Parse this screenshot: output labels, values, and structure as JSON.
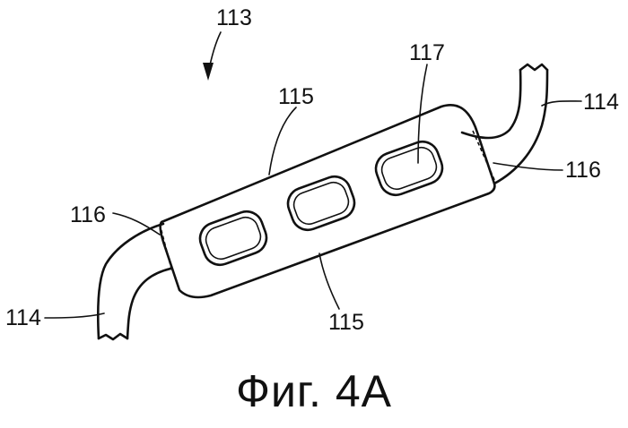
{
  "labels": {
    "ref_113": "113",
    "ref_115_top": "115",
    "ref_115_bottom": "115",
    "ref_117": "117",
    "ref_114_right": "114",
    "ref_114_left": "114",
    "ref_116_right": "116",
    "ref_116_left": "116"
  },
  "caption": "Фиг. 4A"
}
